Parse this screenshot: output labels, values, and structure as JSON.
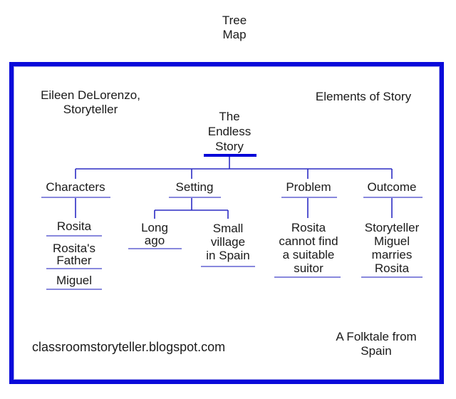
{
  "title": {
    "line1": "Tree",
    "line2": "Map"
  },
  "frame": {
    "author": {
      "line1": "Eileen DeLorenzo,",
      "line2": "Storyteller"
    },
    "heading_right": "Elements of Story",
    "footer_left": "classroomstoryteller.blogspot.com",
    "footer_right": {
      "line1": "A Folktale from",
      "line2": "Spain"
    }
  },
  "tree": {
    "root": {
      "line1": "The",
      "line2": "Endless",
      "line3": "Story"
    },
    "branches": [
      {
        "label": "Characters",
        "children": [
          {
            "line1": "Rosita"
          },
          {
            "line1": "Rosita's",
            "line2": "Father"
          },
          {
            "line1": "Miguel"
          }
        ]
      },
      {
        "label": "Setting",
        "children": [
          {
            "line1": "Long",
            "line2": "ago"
          },
          {
            "line1": "Small",
            "line2": "village",
            "line3": "in Spain"
          }
        ]
      },
      {
        "label": "Problem",
        "children": [
          {
            "line1": "Rosita",
            "line2": "cannot find",
            "line3": "a suitable",
            "line4": "suitor"
          }
        ]
      },
      {
        "label": "Outcome",
        "children": [
          {
            "line1": "Storyteller",
            "line2": "Miguel",
            "line3": "marries",
            "line4": "Rosita"
          }
        ]
      }
    ]
  },
  "colors": {
    "background": "#ffffff",
    "text": "#1a1a1a",
    "frame_border": "#0a0ada",
    "frame_inner": "#9f9fe8",
    "connector": "#2b2bc4",
    "underline": "#6161d2",
    "root_bar": "#0000d8"
  }
}
